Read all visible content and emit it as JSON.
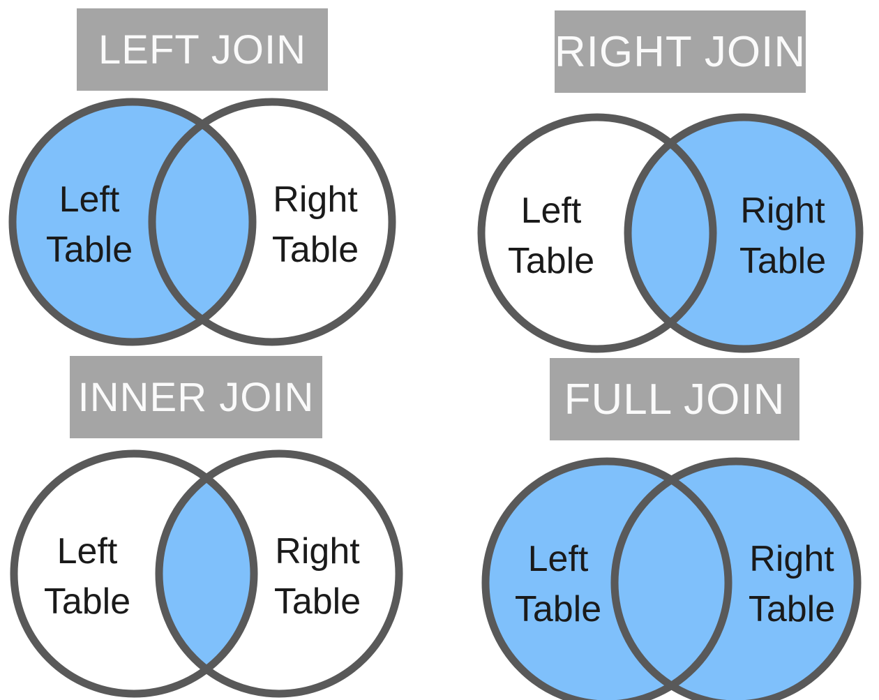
{
  "colors": {
    "background": "#FFFFFF",
    "circle_fill_blue": "#7FC0FB",
    "circle_stroke": "#595959",
    "header_bg": "#A5A5A5",
    "header_text": "#FAFAFA",
    "label_text": "#1A1A1A"
  },
  "panels": [
    {
      "title": "LEFT JOIN",
      "highlighted_region": "left circle including intersection",
      "left_circle": {
        "line1": "Left",
        "line2": "Table"
      },
      "right_circle": {
        "line1": "Right",
        "line2": "Table"
      }
    },
    {
      "title": "RIGHT JOIN",
      "highlighted_region": "right circle including intersection",
      "left_circle": {
        "line1": "Left",
        "line2": "Table"
      },
      "right_circle": {
        "line1": "Right",
        "line2": "Table"
      }
    },
    {
      "title": "INNER JOIN",
      "highlighted_region": "intersection only",
      "left_circle": {
        "line1": "Left",
        "line2": "Table"
      },
      "right_circle": {
        "line1": "Right",
        "line2": "Table"
      }
    },
    {
      "title": "FULL JOIN",
      "highlighted_region": "both circles",
      "left_circle": {
        "line1": "Left",
        "line2": "Table"
      },
      "right_circle": {
        "line1": "Right",
        "line2": "Table"
      }
    }
  ]
}
